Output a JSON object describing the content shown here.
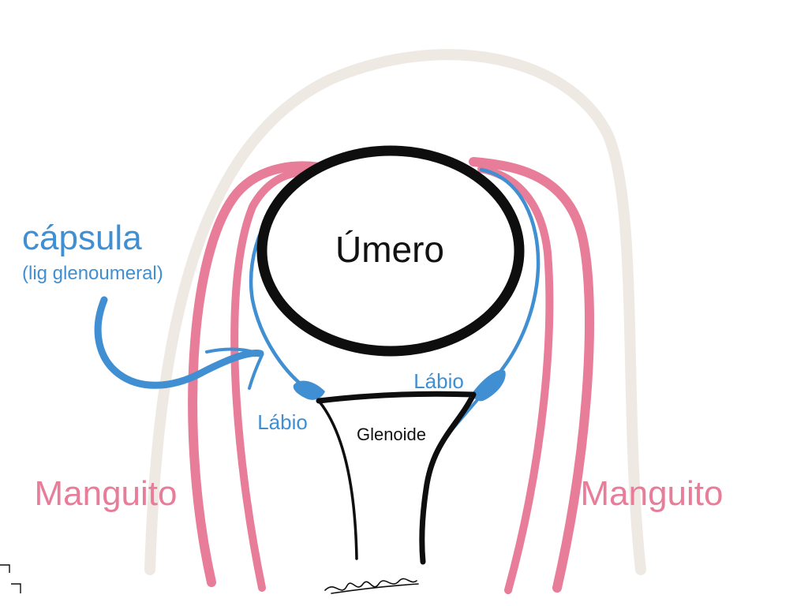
{
  "colors": {
    "background": "#ffffff",
    "skin_outline": "#efe9e3",
    "rotator_cuff": "#e87d9a",
    "capsule": "#3f8fd2",
    "bone_outline": "#0e0e0e",
    "label_dark": "#111111"
  },
  "labels": {
    "capsule_title": "cápsula",
    "capsule_subtitle": "(lig glenoumeral)",
    "humerus": "Úmero",
    "labrum_left": "Lábio",
    "labrum_right": "Lábio",
    "glenoid": "Glenoide",
    "cuff_left": "Manguito",
    "cuff_right": "Manguito"
  },
  "icons": {
    "capsule_pointer": "curved-arrow-icon",
    "corner_marks": "crop-mark-icon"
  }
}
